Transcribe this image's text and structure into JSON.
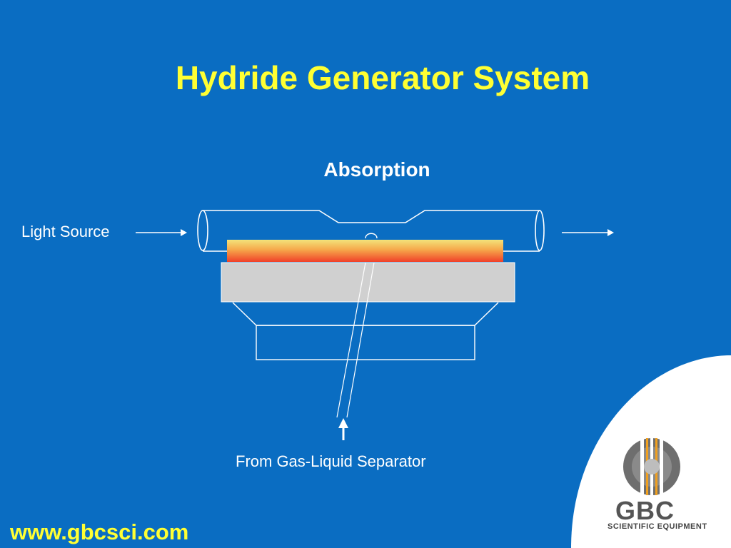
{
  "slide": {
    "title": "Hydride Generator System",
    "subtitle": "Absorption",
    "labels": {
      "light_source": "Light Source",
      "gas_source": "From Gas-Liquid Separator"
    },
    "footer_url": "www.gbcsci.com"
  },
  "logo": {
    "name": "GBC",
    "tagline": "SCIENTIFIC EQUIPMENT"
  },
  "colors": {
    "background": "#0a6dc2",
    "title": "#ffff33",
    "flame_top": "#f3e37a",
    "flame_bottom": "#f0402a",
    "burner": "#d0d0d0"
  }
}
